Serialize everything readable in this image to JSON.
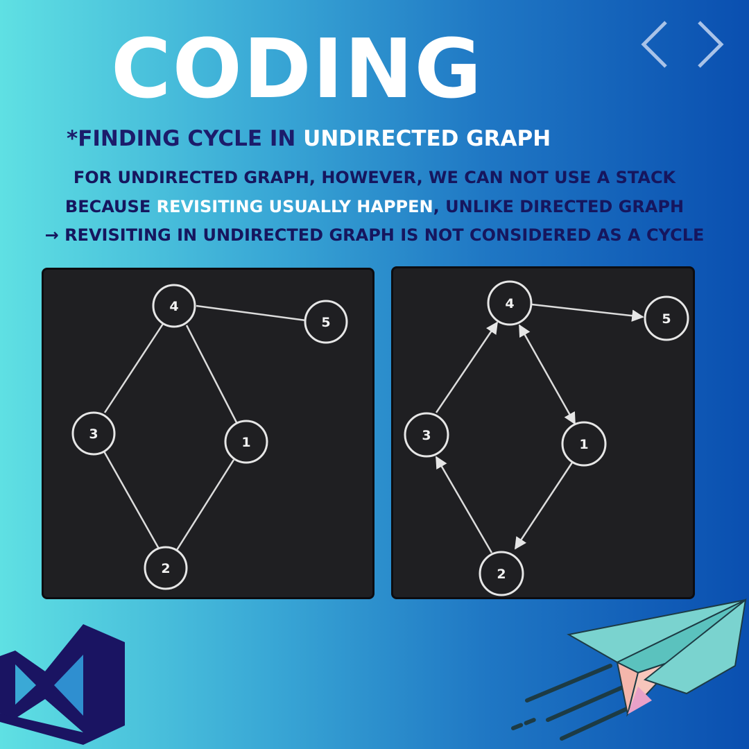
{
  "header": {
    "title": "CODING",
    "subtitle_prefix": "*FINDING CYCLE IN ",
    "subtitle_highlight": "UNDIRECTED GRAPH"
  },
  "nav": {
    "prev_icon": "chevron-left-icon",
    "next_icon": "chevron-right-icon"
  },
  "body_text": {
    "line1": "FOR UNDIRECTED GRAPH, HOWEVER, WE CAN NOT USE A STACK",
    "line2_prefix": "BECAUSE ",
    "line2_highlight": "REVISITING USUALLY HAPPEN",
    "line2_suffix": ", UNLIKE DIRECTED GRAPH",
    "line3": "→ REVISITING IN UNDIRECTED GRAPH IS NOT CONSIDERED AS A CYCLE"
  },
  "undirected_graph": {
    "nodes": [
      "4",
      "5",
      "3",
      "1",
      "2"
    ],
    "edges": [
      [
        "4",
        "5"
      ],
      [
        "4",
        "3"
      ],
      [
        "4",
        "1"
      ],
      [
        "3",
        "2"
      ],
      [
        "1",
        "2"
      ]
    ]
  },
  "directed_graph": {
    "nodes": [
      "4",
      "5",
      "3",
      "1",
      "2"
    ],
    "edges": [
      [
        "4",
        "5"
      ],
      [
        "3",
        "4"
      ],
      [
        "4",
        "1"
      ],
      [
        "1",
        "4"
      ],
      [
        "2",
        "3"
      ],
      [
        "1",
        "2"
      ]
    ]
  },
  "colors": {
    "title": "#ffffff",
    "text_dark": "#16165e",
    "highlight": "#ffffff",
    "panel_bg": "#1f1f22"
  }
}
